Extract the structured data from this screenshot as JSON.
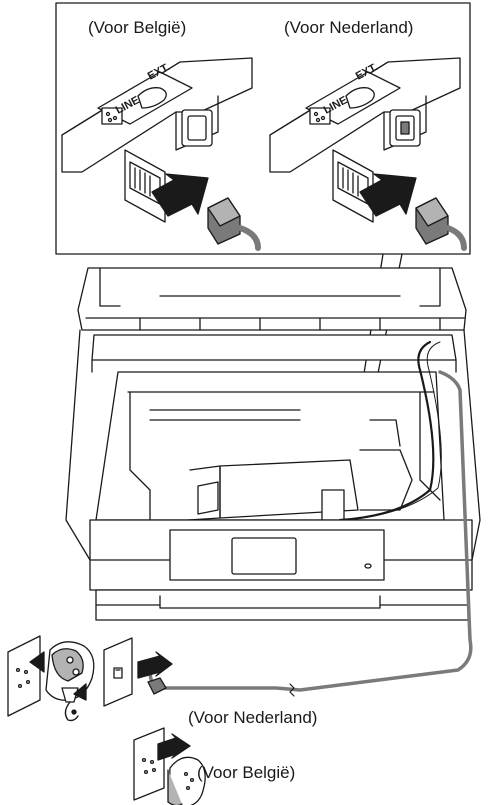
{
  "labels": {
    "belgium_top": "(Voor België)",
    "netherlands_top": "(Voor Nederland)",
    "netherlands_bottom": "(Voor Nederland)",
    "belgium_bottom": "(Voor België)"
  },
  "port_labels": {
    "ext": "EXT.",
    "line": "LINE"
  },
  "colors": {
    "line_art": "#1a1a1a",
    "gray_fill": "#7a7a7a",
    "light_gray": "#b3b3b3",
    "background": "#ffffff"
  }
}
